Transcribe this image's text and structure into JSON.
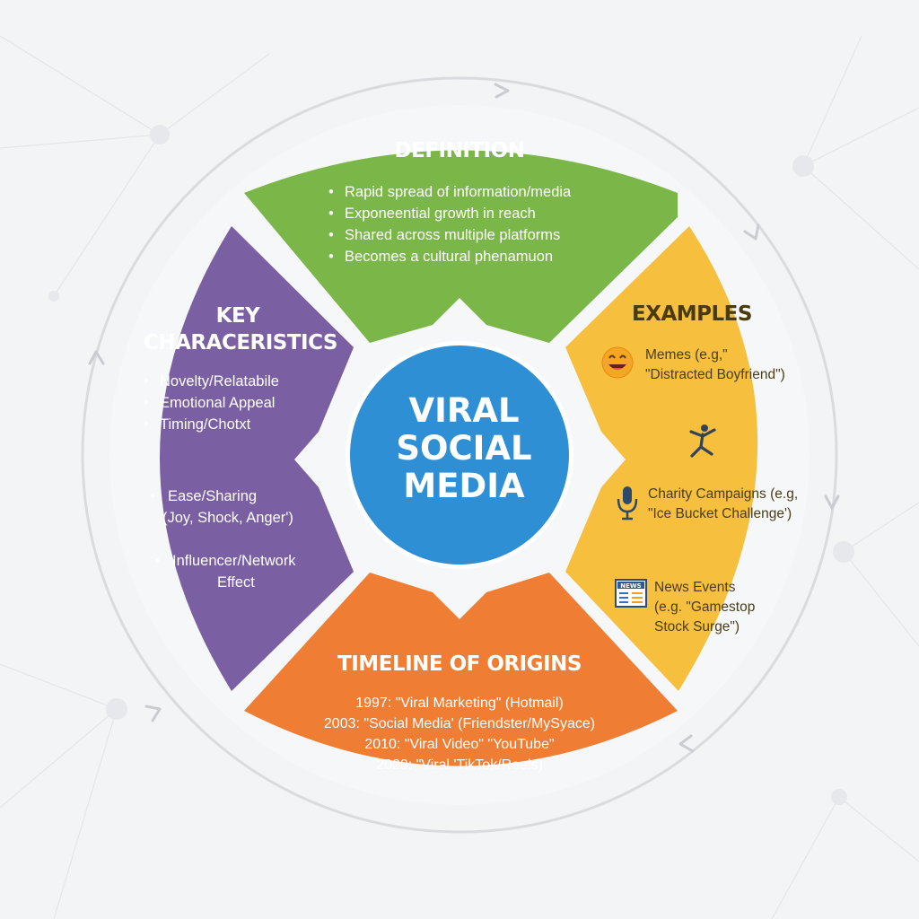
{
  "colors": {
    "background": "#f3f4f5",
    "definition": "#7ab648",
    "examples": "#f6c03e",
    "timeline": "#ef7d33",
    "characteristics": "#7a5fa3",
    "center": "#2f8fd4",
    "ring": "#d9dbde"
  },
  "center": {
    "line1": "VIRAL",
    "line2": "SOCIAL",
    "line3": "MEDIA"
  },
  "definition": {
    "title": "DEFINITION",
    "items": [
      "Rapid spread of information/media",
      "Exponeential growth in reach",
      "Shared across multiple platforms",
      "Becomes a cultural phenamuon"
    ]
  },
  "characteristics": {
    "title_line1": "KEY",
    "title_line2": "CHARACERISTICS",
    "items": [
      "Novelty/Relatabile",
      "Emotional Appeal",
      "Timing/Chotxt"
    ],
    "item_sharing_line1": "Ease/Sharing",
    "item_sharing_line2": "(Joy, Shock, Anger')",
    "item_influencer_line1": "Influencer/Network",
    "item_influencer_line2": "Effect"
  },
  "examples": {
    "title": "EXAMPLES",
    "memes_line1": "Memes (e.g,\"",
    "memes_line2": "\"Distracted Boyfriend\")",
    "charity_line1": "Charity Campaigns (e.g,",
    "charity_line2": "\"Ice Bucket Challenge')",
    "news_line1": "News Events",
    "news_line2": "(e.g. \"Gamestop",
    "news_line3": "Stock Surge\")",
    "news_badge": "NEWS",
    "icons": [
      "laughing-face-icon",
      "dancing-person-icon",
      "microphone-icon",
      "newspaper-icon"
    ]
  },
  "timeline": {
    "title": "TIMELINE OF ORIGINS",
    "items": [
      "1997: \"Viral Marketing\" (Hotmail)",
      "2003: \"Social Media' (Friendster/MySyace)",
      "2010: \"Viral Video\" \"YouTube\"",
      "2020: \"Viral 'TikTok/Reels)"
    ]
  }
}
